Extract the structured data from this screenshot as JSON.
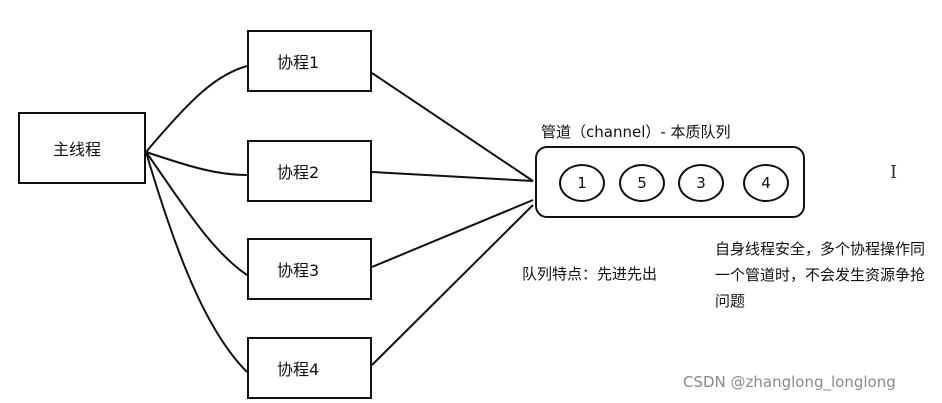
{
  "main_thread": {
    "label": "主线程"
  },
  "coroutines": [
    {
      "label": "协程1"
    },
    {
      "label": "协程2"
    },
    {
      "label": "协程3"
    },
    {
      "label": "协程4"
    }
  ],
  "channel": {
    "title": "管道（channel）- 本质队列",
    "items": [
      "1",
      "5",
      "3",
      "4"
    ]
  },
  "notes": {
    "queue_feature": "队列特点：先进先出",
    "thread_safety": [
      "自身线程安全，多个协程操作同",
      "一个管道时，不会发生资源争抢",
      "问题"
    ]
  },
  "cursor_glyph": "I",
  "watermark": "CSDN @zhanglong_longlong"
}
